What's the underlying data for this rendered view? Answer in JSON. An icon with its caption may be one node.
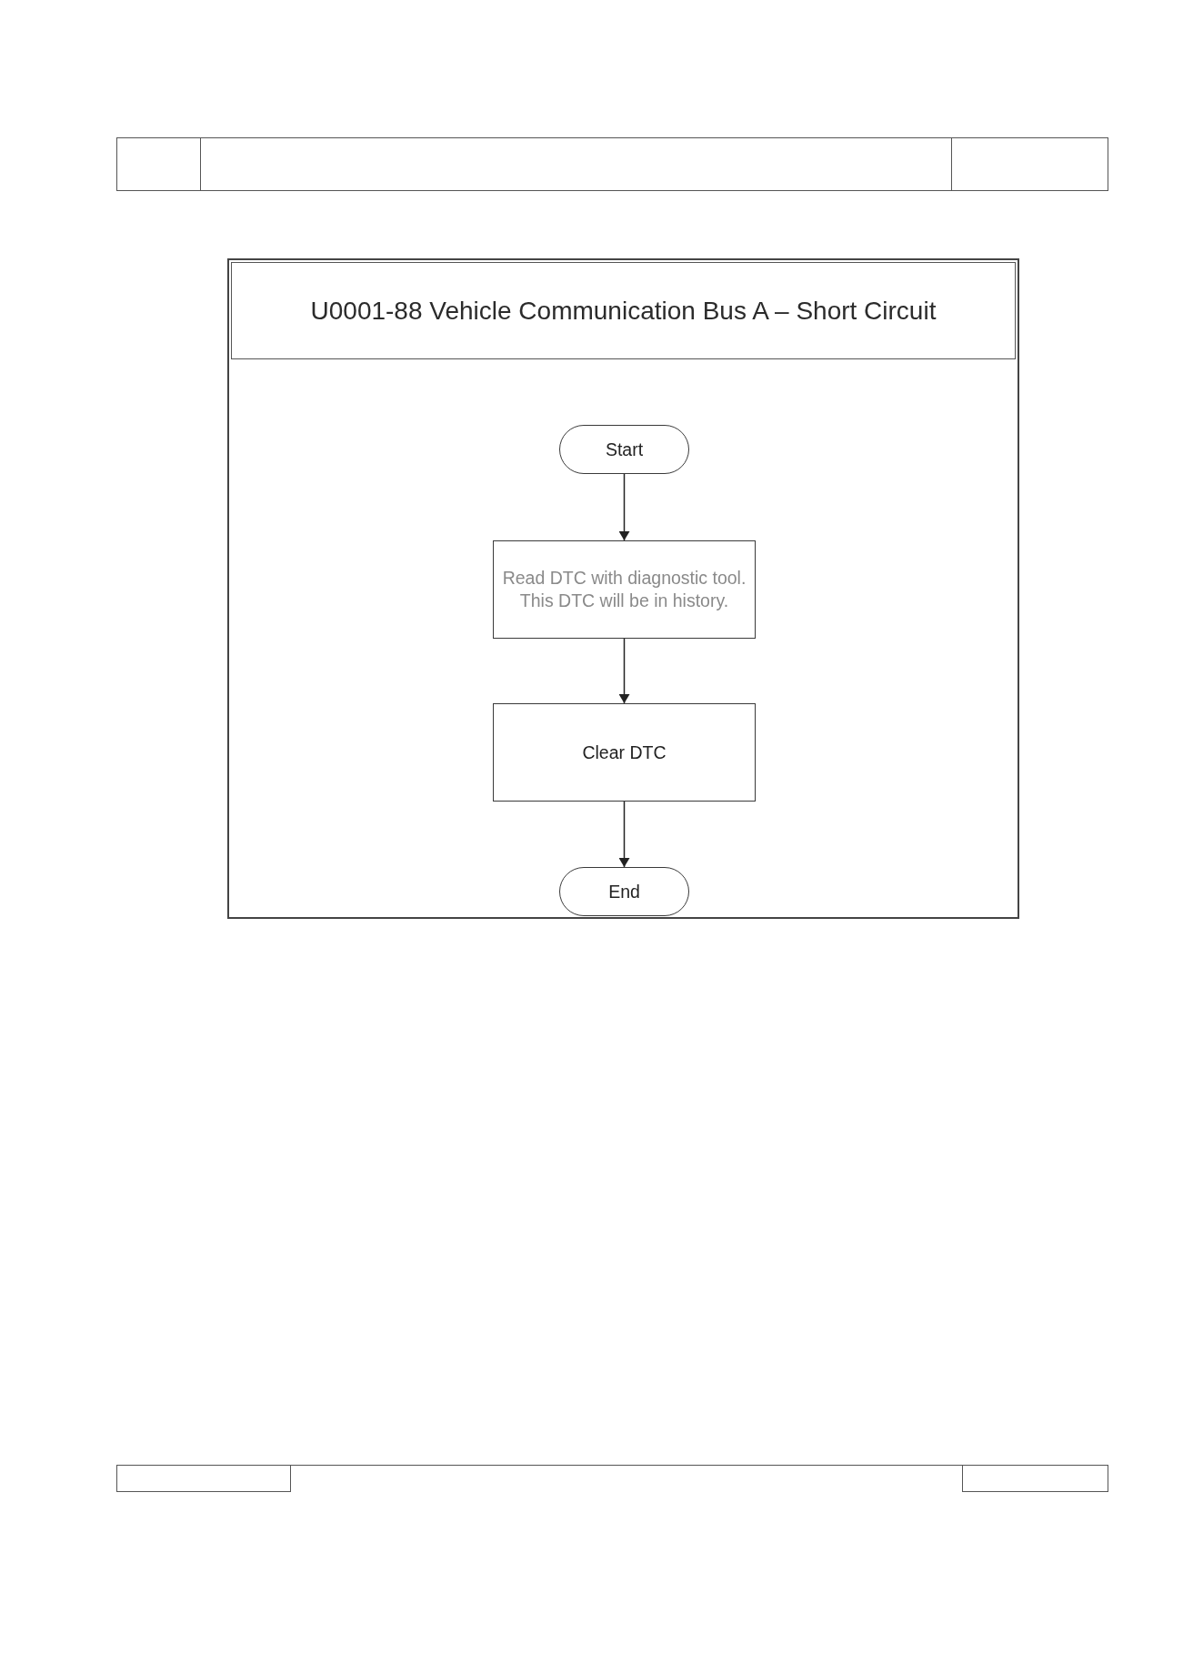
{
  "diagram": {
    "title": "U0001-88 Vehicle Communication Bus A – Short Circuit",
    "nodes": [
      {
        "text": [
          "Start"
        ]
      },
      {
        "text": [
          "Read DTC with diagnostic tool. This DTC will be in history."
        ]
      },
      {
        "text": [
          "Clear DTC"
        ]
      },
      {
        "text": [
          "End"
        ]
      }
    ],
    "edges": [
      {
        "from": 0,
        "to": 1,
        "arrow": "to"
      },
      {
        "from": 1,
        "to": 2,
        "arrow": "to"
      },
      {
        "from": 2,
        "to": 3,
        "arrow": "to"
      }
    ]
  }
}
